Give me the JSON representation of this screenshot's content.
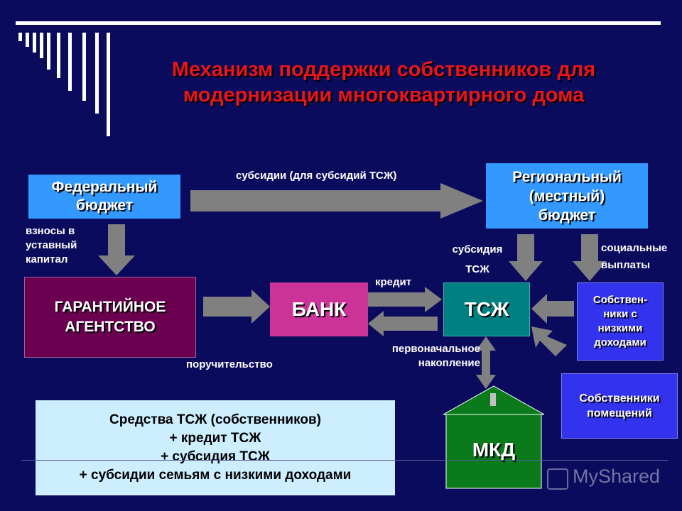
{
  "title_line1": "Механизм поддержки собственников для",
  "title_line2": "модернизации многоквартирного дома",
  "federal": {
    "line1": "Федеральный",
    "line2": "бюджет"
  },
  "regional": {
    "line1": "Региональный",
    "line2": "(местный)",
    "line3": "бюджет"
  },
  "agency": {
    "line1": "ГАРАНТИЙНОЕ",
    "line2": "АГЕНТСТВО"
  },
  "bank": "БАНК",
  "tszh": "ТСЖ",
  "low_income": {
    "line1": "Собствен-",
    "line2": "ники с",
    "line3": "низкими",
    "line4": "доходами"
  },
  "owners": {
    "line1": "Собственники",
    "line2": "помещений"
  },
  "mkd": "МКД",
  "labels": {
    "subsidies": "субсидии (для субсидий ТСЖ)",
    "contrib1": "взносы в",
    "contrib2": "уставный",
    "contrib3": "капитал",
    "subsidy1": "субсидия",
    "subsidy2": "ТСЖ",
    "social1": "социальные",
    "social2": "выплаты",
    "credit": "кредит",
    "initial1": "первоначальное",
    "initial2": "накопление",
    "guarantee": "поручительство"
  },
  "info": {
    "line1": "Средства ТСЖ (собственников)",
    "line2": "+ кредит ТСЖ",
    "line3": "+ субсидия ТСЖ",
    "line4": "+ субсидии семьям с низкими доходами"
  },
  "watermark": "MyShared",
  "colors": {
    "background": "#0b0b5e",
    "title": "#e8161a",
    "federal": "#3399ff",
    "regional": "#3399ff",
    "agency": "#6b0050",
    "bank": "#cc3399",
    "tszh": "#008080",
    "low_income": "#3333ee",
    "owners": "#3333ee",
    "mkd": "#0a7a1a",
    "arrow": "#808080",
    "info": "#cceeff"
  }
}
